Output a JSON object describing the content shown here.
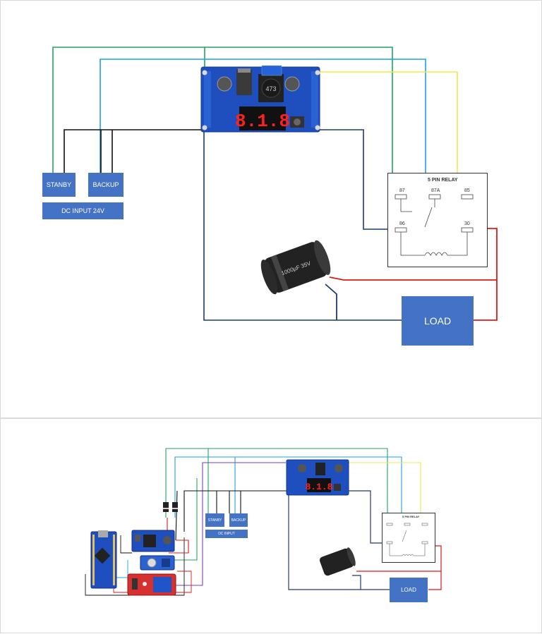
{
  "slide_top": {
    "stanby_label": "STANBY",
    "backup_label": "BACKUP",
    "dc_input_label": "DC INPUT 24V",
    "relay_title": "5 PIN RELAY",
    "pin_87": "87",
    "pin_87a": "87A",
    "pin_85": "85",
    "pin_86": "86",
    "pin_30": "30",
    "load_label": "LOAD",
    "display_digits": "8.1.8",
    "inductor_mark": "473",
    "capacitor_text": "1000µF 35V"
  },
  "slide_bottom": {
    "stanby_label": "STANBY",
    "backup_label": "BACKUP",
    "dc_input_label": "DC INPUT",
    "relay_title": "5 PIN RELAY",
    "load_label": "LOAD"
  },
  "colors": {
    "green": "#21a366",
    "cyan": "#1ea0e0",
    "yellow": "#f2e84a",
    "black": "#111111",
    "navy": "#1f3a6b",
    "red": "#e01818",
    "purple": "#7a3fc0",
    "box_blue": "#4472c4",
    "pcb_blue": "#1f4fbf"
  }
}
